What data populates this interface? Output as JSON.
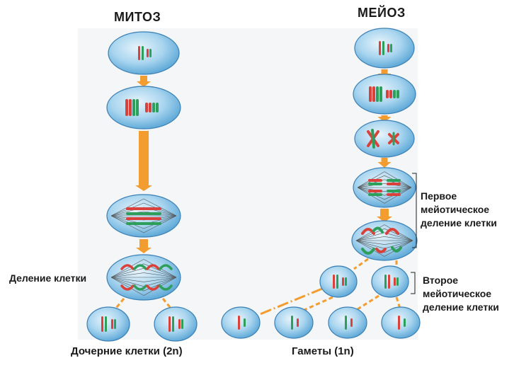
{
  "mitosis": {
    "title": "МИТОЗ",
    "division_label": "Деление клетки",
    "daughter_cells_label": "Дочерние клетки (2n)"
  },
  "meiosis": {
    "title": "МЕЙОЗ",
    "first_division_label": "Первое\nмейотическое\nделение клетки",
    "second_division_label": "Второе\nмейотическое\nделение клетки",
    "gametes_label": "Гаметы (1n)"
  },
  "colors": {
    "cell_fill": "#7fbfe4",
    "cell_light": "#e8f4fb",
    "cell_edge": "#3a7fb5",
    "arrow": "#f39c2f",
    "chromosome_red": "#d9413a",
    "chromosome_green": "#2e9e5b",
    "panel_bg": "#f4f6f7"
  }
}
